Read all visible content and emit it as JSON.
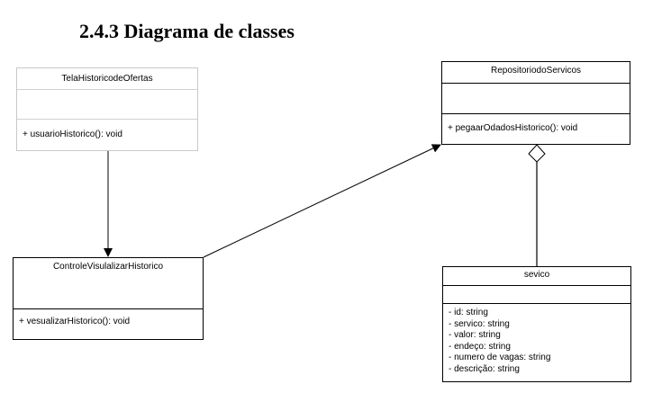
{
  "title": "2.4.3 Diagrama de classes",
  "classes": {
    "tela": {
      "name": "TelaHistoricodeOfertas",
      "attributes": [],
      "methods": [
        "+ usuarioHistorico(): void"
      ]
    },
    "repositorio": {
      "name": "RepositoriodoServicos",
      "attributes": [],
      "methods": [
        "+ pegaarOdadosHistorico(): void"
      ]
    },
    "controle": {
      "name": "ControleVisulalizarHistorico",
      "attributes": [],
      "methods": [
        "+ vesualizarHistorico(): void"
      ]
    },
    "servico": {
      "name": "sevico",
      "attributes": [
        "- id: string",
        "- servico: string",
        "- valor: string",
        "- endeço: string",
        "- numero de vagas:  string",
        "- descrição:  string"
      ],
      "methods": []
    }
  },
  "relations": [
    {
      "from": "tela",
      "to": "controle",
      "type": "association",
      "direction": "directed"
    },
    {
      "from": "controle",
      "to": "repositorio",
      "type": "association",
      "direction": "directed"
    },
    {
      "from": "servico",
      "to": "repositorio",
      "type": "aggregation",
      "diamond_at": "repositorio"
    }
  ]
}
